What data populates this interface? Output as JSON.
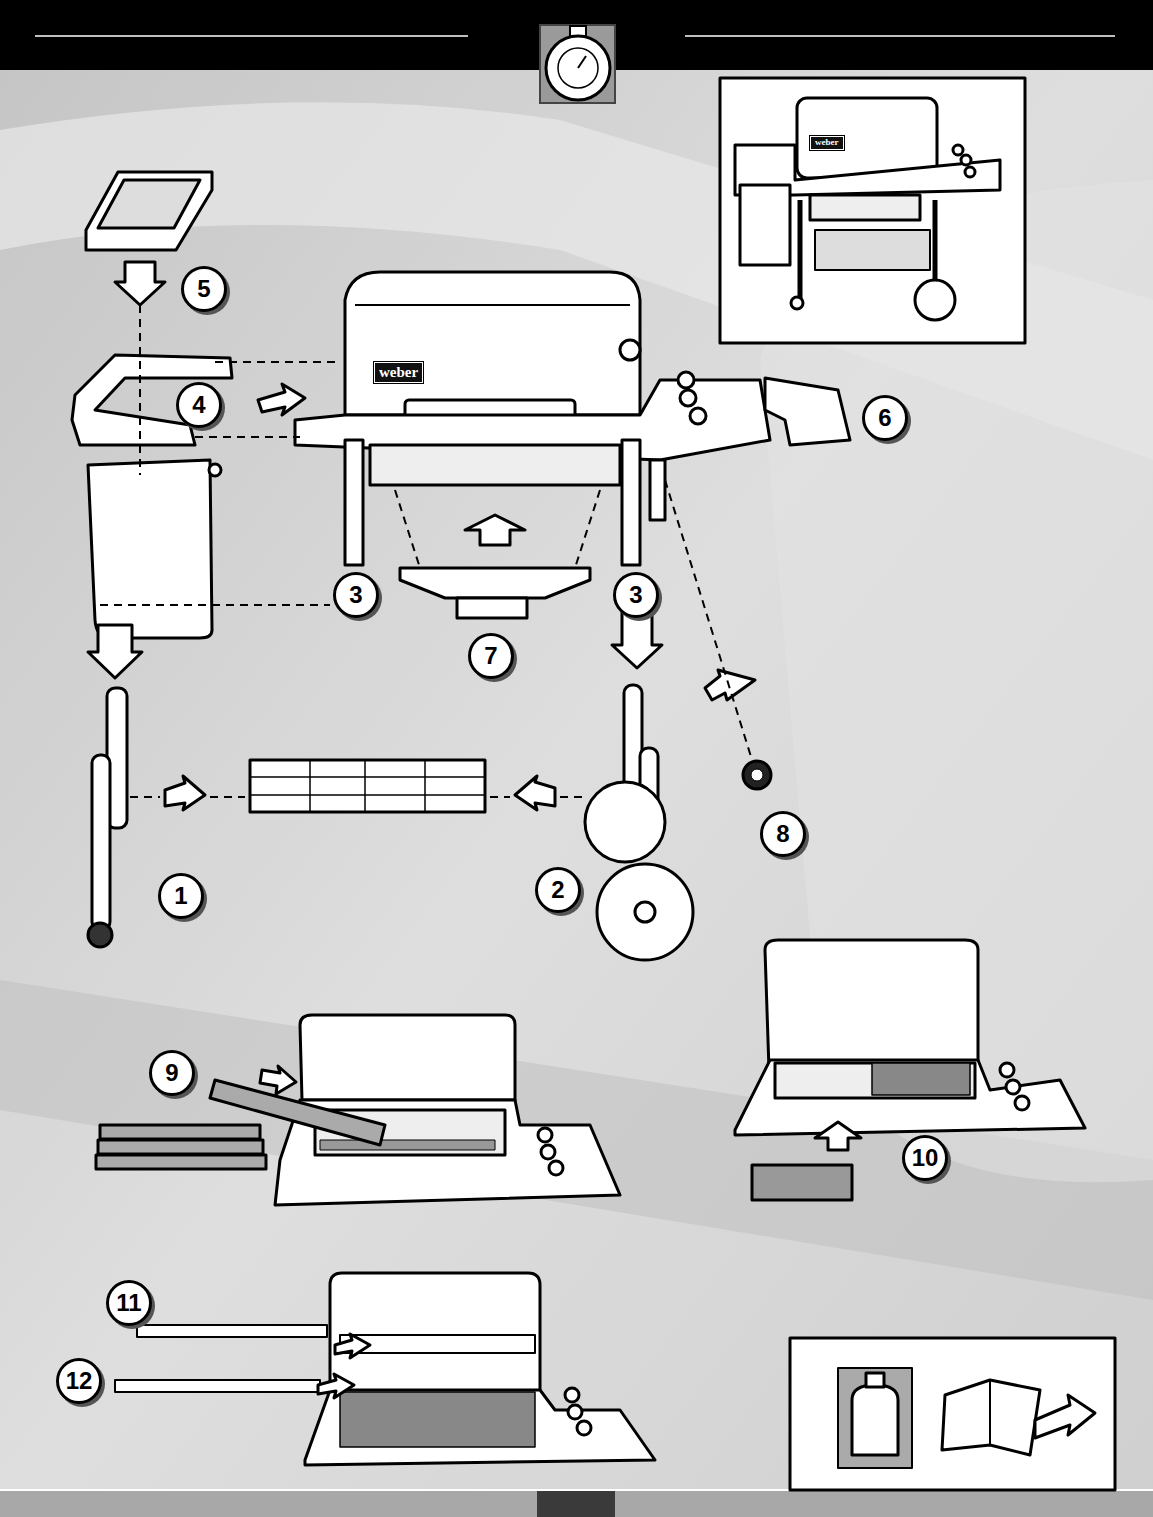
{
  "diagram": {
    "labels": [
      "5",
      "4",
      "6",
      "3",
      "3",
      "7",
      "8",
      "1",
      "2",
      "9",
      "10",
      "11",
      "12",
      "weber",
      "weber"
    ]
  }
}
